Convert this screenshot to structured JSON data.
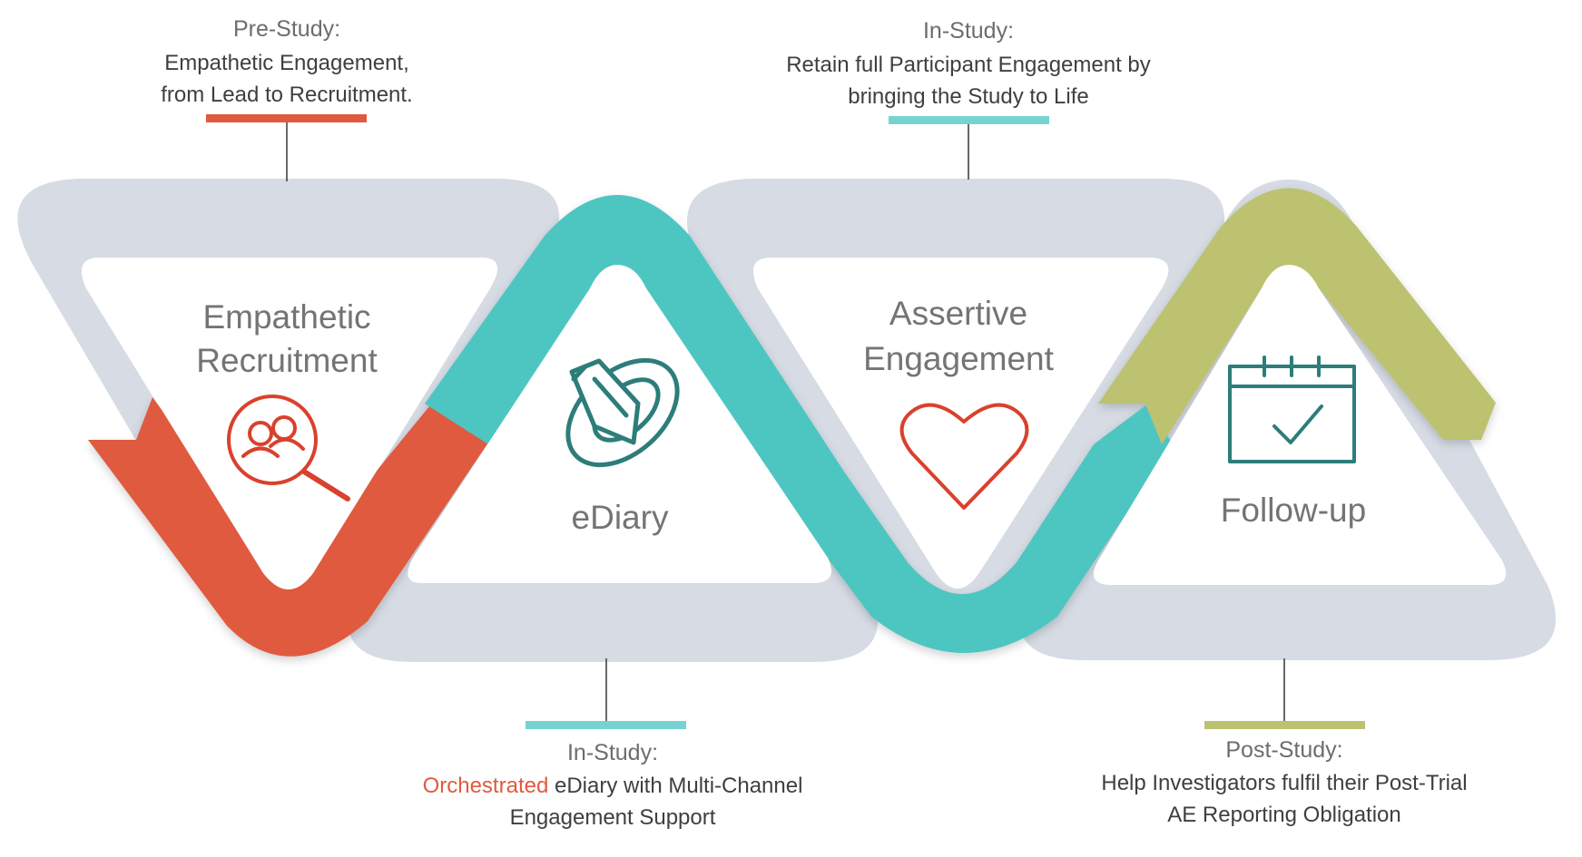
{
  "colors": {
    "gray_band": "#d6dbe4",
    "red": "#e05a3f",
    "teal": "#4dc6c2",
    "olive": "#bcc270",
    "dark_teal": "#2d7d7a",
    "icon_red": "#d9412c",
    "callout_line": "#444444"
  },
  "stages": [
    {
      "title_lines": [
        "Empathetic",
        "Recruitment"
      ],
      "icon": "search-people-icon",
      "color": "#e05a3f"
    },
    {
      "title_lines": [
        "eDiary"
      ],
      "icon": "satellite-dish-icon",
      "color": "#4dc6c2"
    },
    {
      "title_lines": [
        "Assertive",
        "Engagement"
      ],
      "icon": "heart-icon",
      "color": "#4dc6c2"
    },
    {
      "title_lines": [
        "Follow-up"
      ],
      "icon": "calendar-check-icon",
      "color": "#bcc270"
    }
  ],
  "callouts": [
    {
      "title": "Pre-Study:",
      "lines": [
        "Empathetic Engagement,",
        "from Lead to Recruitment."
      ],
      "color": "#e05a3f"
    },
    {
      "title": "In-Study:",
      "lines": [
        "Retain full Participant Engagement by",
        "bringing the Study to Life"
      ],
      "color": "#77d3d1"
    },
    {
      "title": "In-Study:",
      "highlight": "Orchestrated",
      "lines": [
        " eDiary with Multi-Channel",
        "Engagement Support"
      ],
      "color": "#77d3d1"
    },
    {
      "title": "Post-Study:",
      "lines": [
        "Help Investigators fulfil their Post-Trial",
        "AE Reporting Obligation"
      ],
      "color": "#bcc270"
    }
  ]
}
